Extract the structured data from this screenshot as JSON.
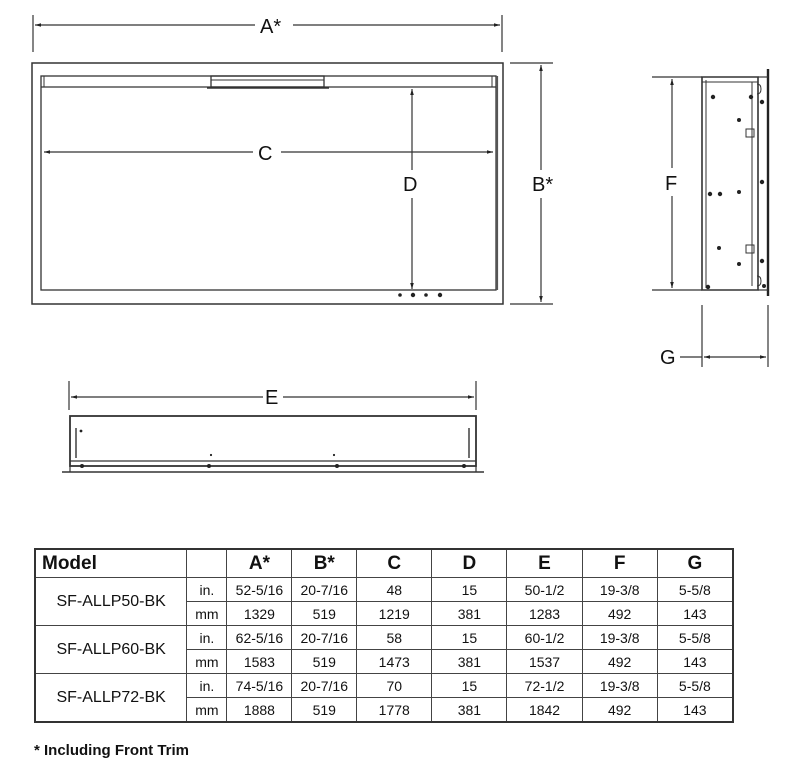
{
  "drawing": {
    "front_view": {
      "labels": {
        "A": "A*",
        "B": "B*",
        "C": "C",
        "D": "D"
      }
    },
    "side_view": {
      "labels": {
        "F": "F",
        "G": "G"
      }
    },
    "top_view": {
      "labels": {
        "E": "E"
      }
    }
  },
  "table": {
    "headers": [
      "Model",
      "",
      "A*",
      "B*",
      "C",
      "D",
      "E",
      "F",
      "G"
    ],
    "units": {
      "in": "in.",
      "mm": "mm"
    },
    "rows": [
      {
        "model": "SF-ALLP50-BK",
        "in": [
          "52-5/16",
          "20-7/16",
          "48",
          "15",
          "50-1/2",
          "19-3/8",
          "5-5/8"
        ],
        "mm": [
          "1329",
          "519",
          "1219",
          "381",
          "1283",
          "492",
          "143"
        ]
      },
      {
        "model": "SF-ALLP60-BK",
        "in": [
          "62-5/16",
          "20-7/16",
          "58",
          "15",
          "60-1/2",
          "19-3/8",
          "5-5/8"
        ],
        "mm": [
          "1583",
          "519",
          "1473",
          "381",
          "1537",
          "492",
          "143"
        ]
      },
      {
        "model": "SF-ALLP72-BK",
        "in": [
          "74-5/16",
          "20-7/16",
          "70",
          "15",
          "72-1/2",
          "19-3/8",
          "5-5/8"
        ],
        "mm": [
          "1888",
          "519",
          "1778",
          "381",
          "1842",
          "492",
          "143"
        ]
      }
    ]
  },
  "footnote": "* Including Front Trim"
}
